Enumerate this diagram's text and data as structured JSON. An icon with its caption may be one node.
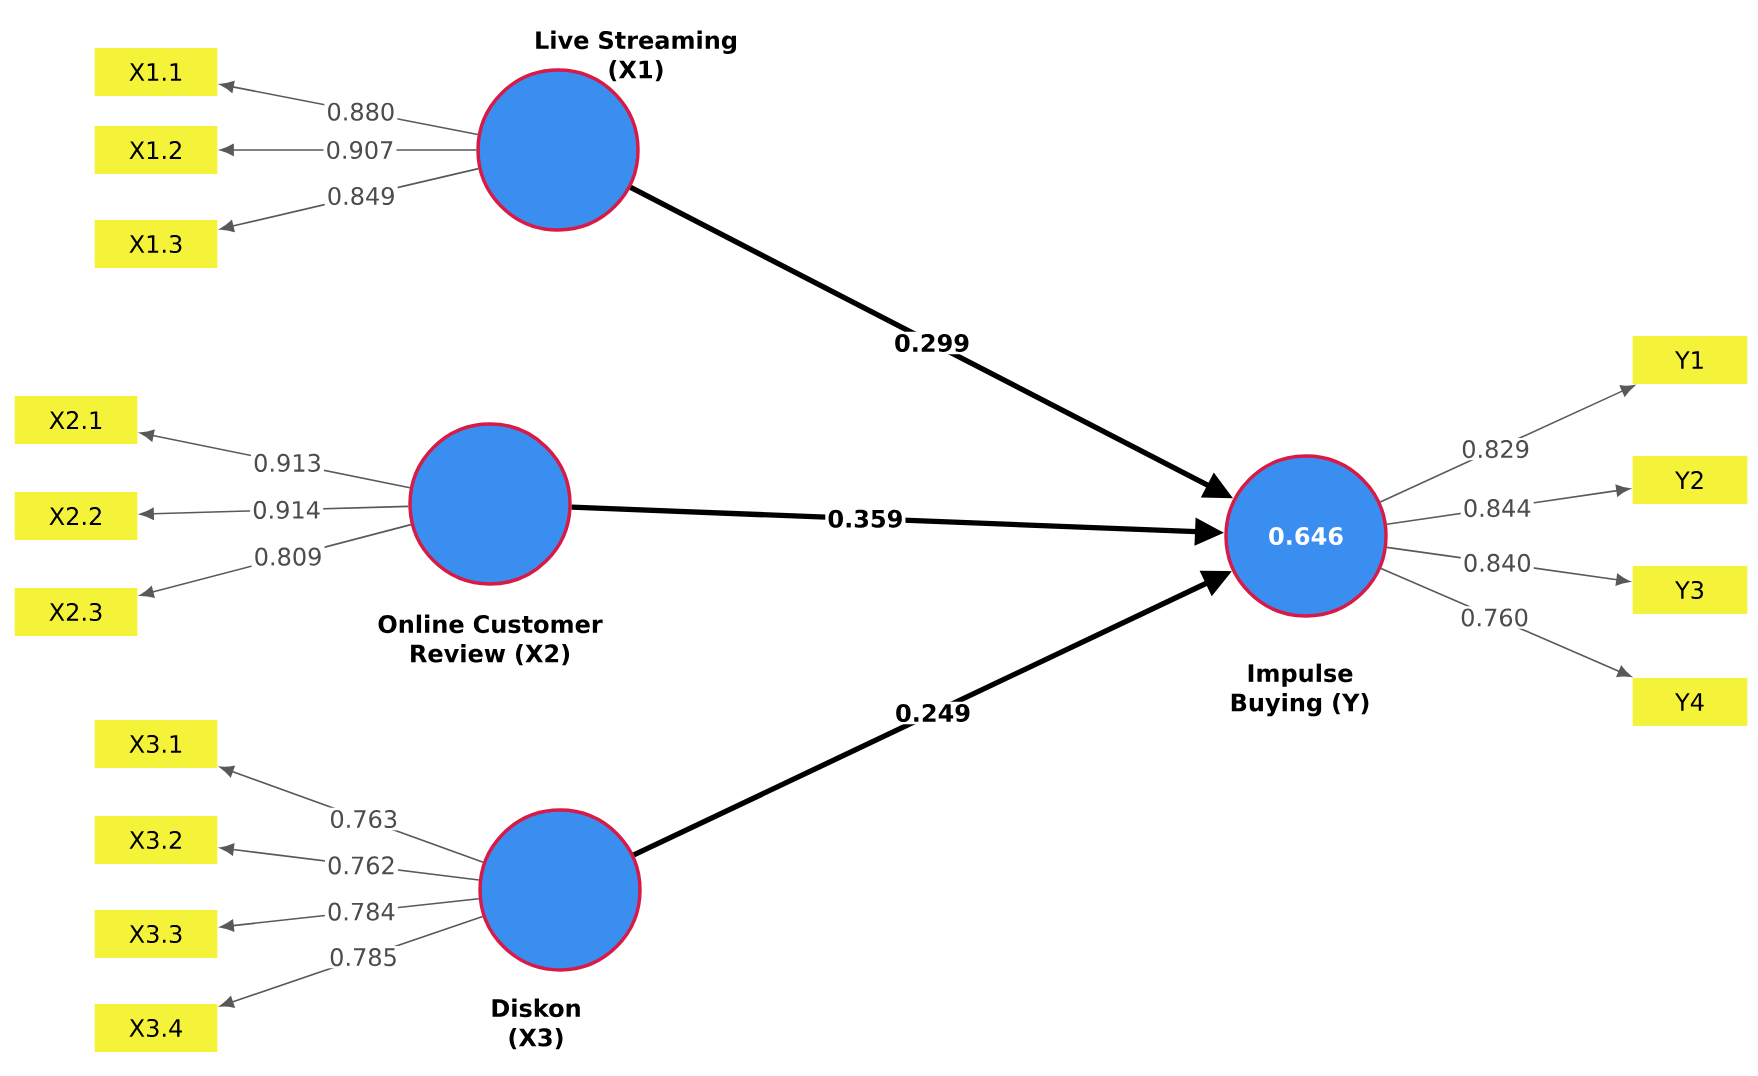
{
  "diagram": {
    "nodes": [
      {
        "text": [
          "X1.1"
        ]
      },
      {
        "text": [
          "X1.2"
        ]
      },
      {
        "text": [
          "X1.3"
        ]
      },
      {
        "text": [
          "Live Streaming (X1)"
        ]
      },
      {
        "text": [
          "X2.1"
        ]
      },
      {
        "text": [
          "X2.2"
        ]
      },
      {
        "text": [
          "X2.3"
        ]
      },
      {
        "text": [
          "Online Customer Review (X2)"
        ]
      },
      {
        "text": [
          "X3.1"
        ]
      },
      {
        "text": [
          "X3.2"
        ]
      },
      {
        "text": [
          "X3.3"
        ]
      },
      {
        "text": [
          "X3.4"
        ]
      },
      {
        "text": [
          "Diskon (X3)"
        ]
      },
      {
        "text": [
          "0.646",
          "Impulse Buying (Y)"
        ]
      },
      {
        "text": [
          "Y1"
        ]
      },
      {
        "text": [
          "Y2"
        ]
      },
      {
        "text": [
          "Y3"
        ]
      },
      {
        "text": [
          "Y4"
        ]
      }
    ],
    "edges": [
      {
        "from": 3,
        "to": 0,
        "arrow": "to",
        "label": "0.880"
      },
      {
        "from": 3,
        "to": 1,
        "arrow": "to",
        "label": "0.907"
      },
      {
        "from": 3,
        "to": 2,
        "arrow": "to",
        "label": "0.849"
      },
      {
        "from": 7,
        "to": 4,
        "arrow": "to",
        "label": "0.913"
      },
      {
        "from": 7,
        "to": 5,
        "arrow": "to",
        "label": "0.914"
      },
      {
        "from": 7,
        "to": 6,
        "arrow": "to",
        "label": "0.809"
      },
      {
        "from": 12,
        "to": 8,
        "arrow": "to",
        "label": "0.763"
      },
      {
        "from": 12,
        "to": 9,
        "arrow": "to",
        "label": "0.762"
      },
      {
        "from": 12,
        "to": 10,
        "arrow": "to",
        "label": "0.784"
      },
      {
        "from": 12,
        "to": 11,
        "arrow": "to",
        "label": "0.785"
      },
      {
        "from": 3,
        "to": 13,
        "arrow": "to",
        "label": "0.299",
        "style": "thick"
      },
      {
        "from": 7,
        "to": 13,
        "arrow": "to",
        "label": "0.359",
        "style": "thick"
      },
      {
        "from": 12,
        "to": 13,
        "arrow": "to",
        "label": "0.249",
        "style": "thick"
      },
      {
        "from": 13,
        "to": 14,
        "arrow": "to",
        "label": "0.829"
      },
      {
        "from": 13,
        "to": 15,
        "arrow": "to",
        "label": "0.844"
      },
      {
        "from": 13,
        "to": 16,
        "arrow": "to",
        "label": "0.840"
      },
      {
        "from": 13,
        "to": 17,
        "arrow": "to",
        "label": "0.760"
      }
    ]
  }
}
